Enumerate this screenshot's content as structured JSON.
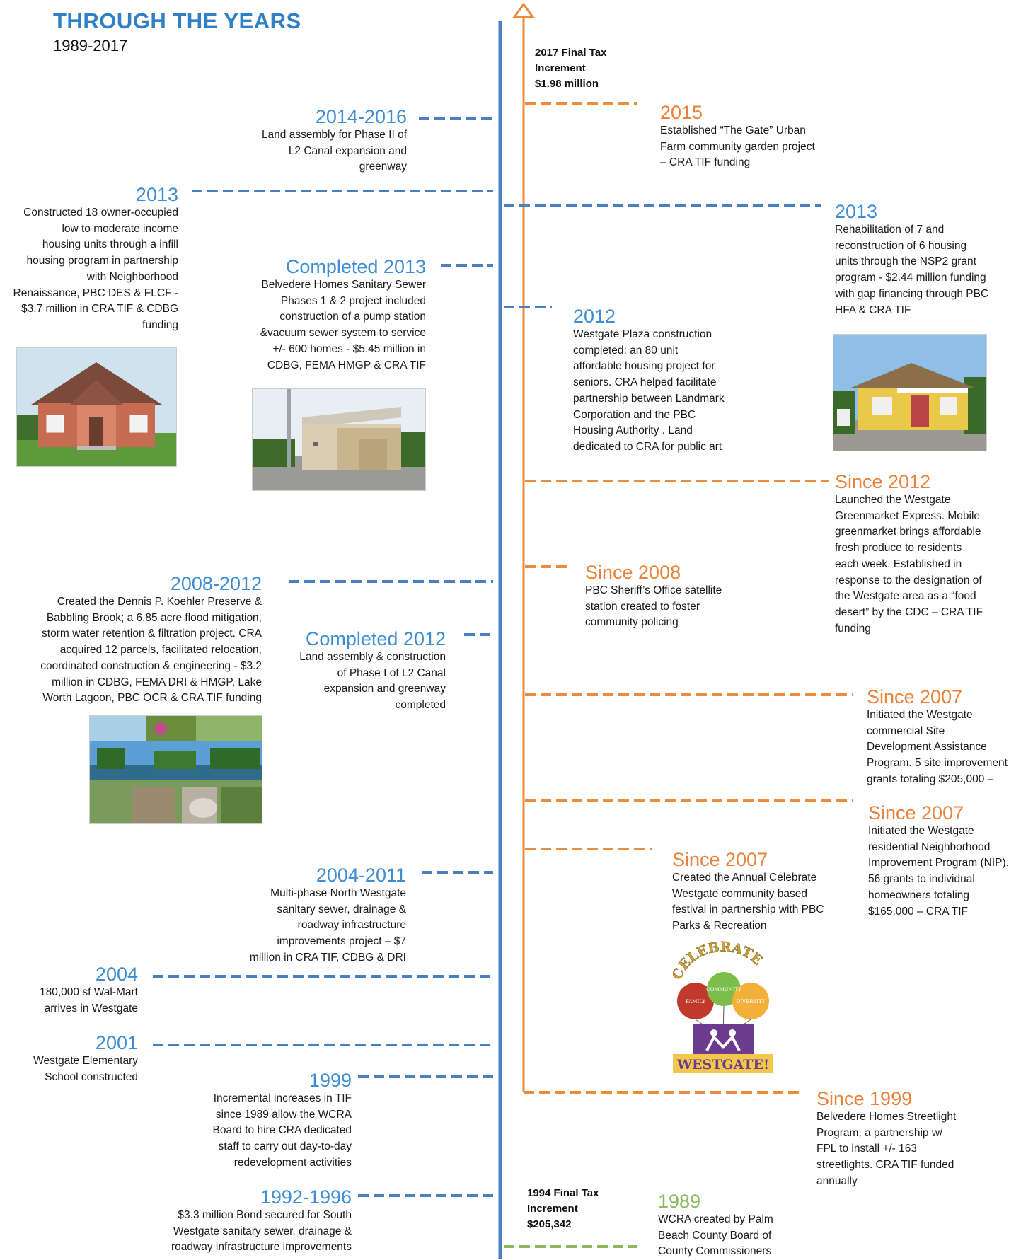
{
  "header": {
    "title": "THROUGH THE YEARS",
    "subtitle": "1989-2017"
  },
  "tax": {
    "top": [
      "2017 Final Tax",
      "Increment",
      "$1.98 million"
    ],
    "bottom": [
      "1994 Final Tax",
      "Increment",
      "$205,342"
    ]
  },
  "left_events": [
    {
      "year": "2014-2016",
      "lines": [
        "Land assembly for Phase II of",
        "L2 Canal expansion and",
        "greenway"
      ]
    },
    {
      "year": "2013",
      "lines": [
        "Constructed 18 owner-occupied",
        "low to moderate income",
        "housing units through a infill",
        "housing program in partnership",
        "with Neighborhood",
        "Renaissance, PBC DES & FLCF -",
        "$3.7 million in CRA TIF & CDBG",
        "funding"
      ]
    },
    {
      "year": "Completed 2013",
      "lines": [
        "Belvedere Homes Sanitary Sewer",
        "Phases 1 & 2 project included",
        "construction of  a pump station",
        "&vacuum sewer system to service",
        "+/- 600 homes - $5.45 million in",
        "CDBG, FEMA HMGP & CRA TIF"
      ]
    },
    {
      "year": "2008-2012",
      "lines": [
        "Created the Dennis P. Koehler Preserve &",
        "Babbling Brook; a 6.85 acre flood mitigation,",
        "storm water retention & filtration project. CRA",
        "acquired 12 parcels, facilitated relocation,",
        "coordinated construction & engineering - $3.2",
        "million  in CDBG, FEMA DRI & HMGP, Lake",
        "Worth Lagoon, PBC OCR & CRA TIF funding"
      ]
    },
    {
      "year": "Completed 2012",
      "lines": [
        "Land assembly & construction",
        "of Phase I of L2 Canal",
        "expansion and greenway",
        "completed"
      ]
    },
    {
      "year": "2004-2011",
      "lines": [
        "Multi-phase North Westgate",
        "sanitary sewer, drainage &",
        "roadway infrastructure",
        "improvements project – $7",
        "million in CRA TIF, CDBG & DRI"
      ]
    },
    {
      "year": "2004",
      "lines": [
        "180,000 sf Wal-Mart",
        "arrives in Westgate"
      ]
    },
    {
      "year": "2001",
      "lines": [
        "Westgate Elementary",
        "School constructed"
      ]
    },
    {
      "year": "1999",
      "lines": [
        "Incremental increases in TIF",
        "since 1989 allow the WCRA",
        "Board to hire CRA dedicated",
        "staff to carry out day-to-day",
        "redevelopment activities"
      ]
    },
    {
      "year": "1992-1996",
      "lines": [
        "$3.3 million Bond secured for South",
        "Westgate sanitary sewer, drainage &",
        "roadway infrastructure improvements"
      ]
    }
  ],
  "right_events": [
    {
      "year": "2015",
      "lines": [
        "Established “The Gate” Urban",
        "Farm community garden project",
        "– CRA TIF funding"
      ]
    },
    {
      "year": "2013",
      "lines": [
        "Rehabilitation of 7 and",
        "reconstruction of 6 housing",
        "units through the NSP2 grant",
        "program - $2.44 million funding",
        "with gap financing through PBC",
        "HFA & CRA TIF"
      ]
    },
    {
      "year": "2012",
      "lines": [
        "Westgate Plaza construction",
        "completed; an 80 unit",
        "affordable housing project for",
        "seniors. CRA helped facilitate",
        "partnership between Landmark",
        "Corporation and the PBC",
        "Housing Authority . Land",
        "dedicated to CRA for public art"
      ]
    },
    {
      "year": "Since 2012",
      "lines": [
        "Launched the Westgate",
        "Greenmarket Express. Mobile",
        "greenmarket brings affordable",
        "fresh produce to residents",
        "each week. Established in",
        "response to the designation of",
        "the Westgate area as a “food",
        "desert” by the CDC – CRA TIF",
        "funding"
      ]
    },
    {
      "year": "Since 2008",
      "lines": [
        "PBC Sheriff’s Office satellite",
        "station created to foster",
        "community policing"
      ]
    },
    {
      "year": "Since 2007",
      "lines": [
        "Initiated the Westgate",
        "commercial Site",
        "Development Assistance",
        "Program. 5 site improvement",
        "grants totaling $205,000 –"
      ]
    },
    {
      "year": "Since 2007",
      "lines": [
        "Initiated the Westgate",
        "residential Neighborhood",
        "Improvement Program (NIP).",
        "56 grants to individual",
        "homeowners totaling",
        "$165,000 – CRA TIF"
      ]
    },
    {
      "year": "Since 2007",
      "lines": [
        "Created the Annual Celebrate",
        "Westgate community based",
        "festival in partnership with PBC",
        "Parks & Recreation"
      ]
    },
    {
      "year": "Since 1999",
      "lines": [
        "Belvedere Homes Streetlight",
        "Program; a partnership w/",
        "FPL to install +/- 163",
        "streetlights. CRA TIF funded",
        "annually"
      ]
    },
    {
      "year": "1989",
      "lines": [
        "WCRA created by Palm",
        "Beach County Board of",
        "County Commissioners"
      ]
    }
  ],
  "logo": {
    "top_word": "CELEBRATE",
    "bottom_word": "WESTGATE!",
    "balloons": [
      "FAMILY",
      "COMMUNITY",
      "DIVERSITY"
    ]
  },
  "colors": {
    "blue": "#4a7fc1",
    "orange": "#ee8a3c",
    "green": "#8ab85a",
    "title": "#2f80c4"
  }
}
